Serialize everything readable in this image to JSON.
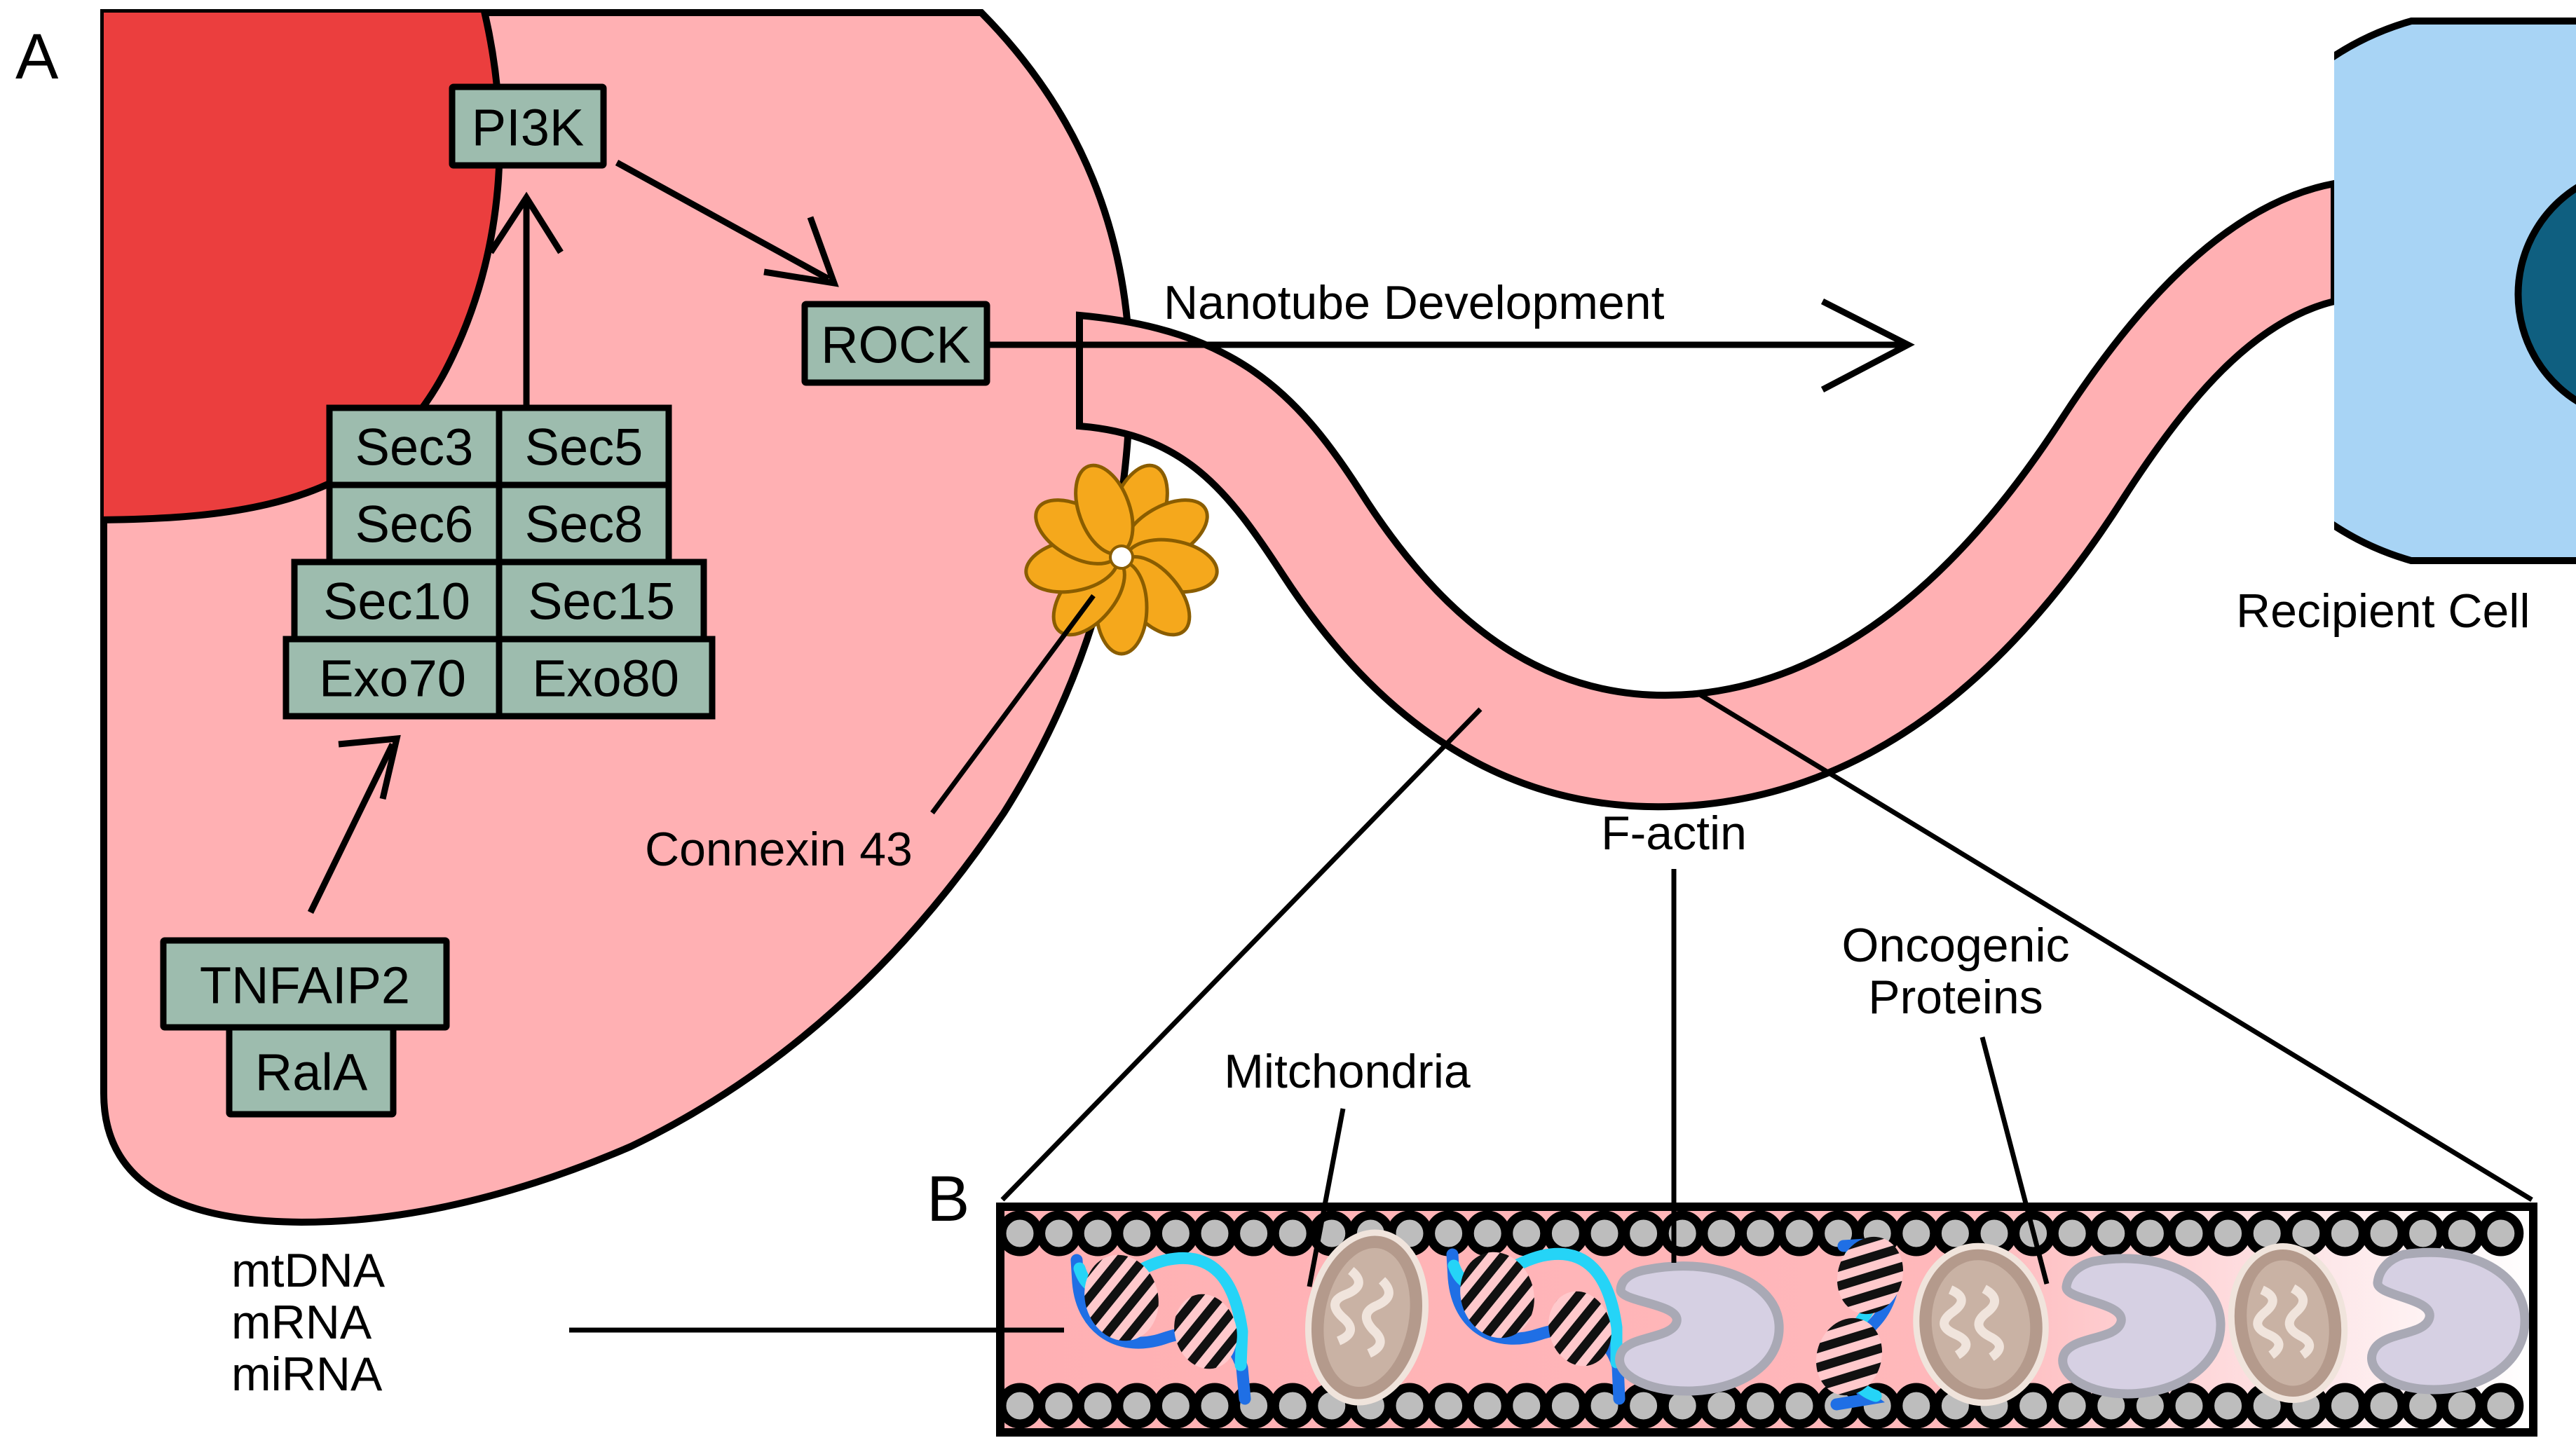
{
  "figure": {
    "panel_a_letter": "A",
    "panel_b_letter": "B"
  },
  "panel_a": {
    "signaling_boxes": [
      {
        "id": "pi3k",
        "label": "PI3K"
      },
      {
        "id": "rock",
        "label": "ROCK"
      },
      {
        "id": "tnfaip2",
        "label": "TNFAIP2"
      },
      {
        "id": "rala",
        "label": "RalA"
      }
    ],
    "exocyst_complex": {
      "rows": [
        [
          "Sec3",
          "Sec5"
        ],
        [
          "Sec6",
          "Sec8"
        ],
        [
          "Sec10",
          "Sec15"
        ],
        [
          "Exo70",
          "Exo80"
        ]
      ]
    },
    "annotations": [
      {
        "id": "nanotube-development",
        "label": "Nanotube Development"
      },
      {
        "id": "connexin-43",
        "label": "Connexin 43"
      },
      {
        "id": "recipient-cell",
        "label": "Recipient Cell"
      }
    ]
  },
  "panel_b": {
    "callouts": [
      {
        "id": "mitochondria",
        "label": "Mitchondria"
      },
      {
        "id": "f-actin",
        "label": "F-actin"
      },
      {
        "id": "oncogenic-proteins",
        "line1": "Oncogenic",
        "line2": "Proteins"
      }
    ],
    "cargo_labels": [
      "mtDNA",
      "mRNA",
      "miRNA"
    ]
  },
  "colors": {
    "nucleus_red": "#eb3e3e",
    "cytoplasm_pink": "#ffb0b3",
    "protein_box_green": "#9dbcae",
    "recipient_cell_blue": "#a8d4f5",
    "recipient_nucleus_teal": "#0f5f80",
    "connexin_orange": "#f5a81c",
    "membrane_gray": "#bdbdbd",
    "mitochondria_brown": "#b49a8c",
    "oncogenic_lavender": "#d6d0e3",
    "dna_blue": "#1f6fe5",
    "dna_cyan": "#25d4f7",
    "outline_black": "#000000"
  }
}
